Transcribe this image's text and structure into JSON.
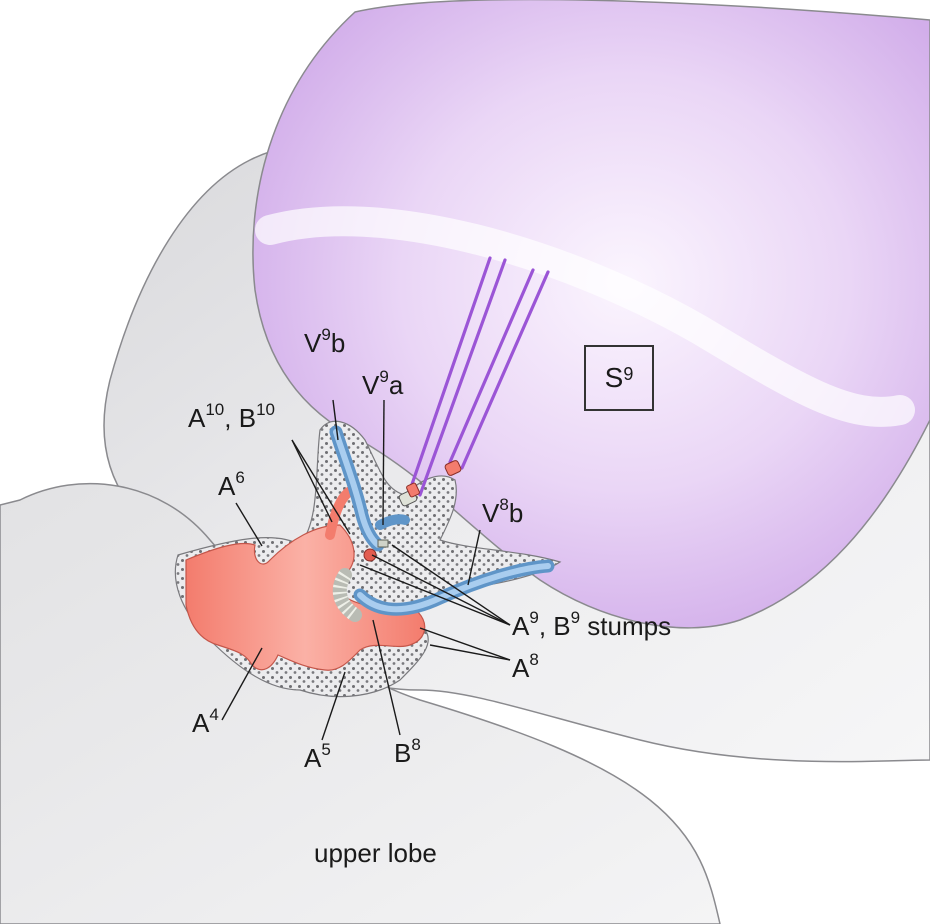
{
  "labels": {
    "v9b": {
      "base": "V",
      "sup": "9",
      "tail": "b"
    },
    "v9a": {
      "base": "V",
      "sup": "9",
      "tail": "a"
    },
    "a10b10": {
      "a": "A",
      "a_sup": "10",
      "sep": ", B",
      "b_sup": "10"
    },
    "a6": {
      "base": "A",
      "sup": "6"
    },
    "v8b": {
      "base": "V",
      "sup": "8",
      "tail": "b"
    },
    "a9b9": {
      "a": "A",
      "a_sup": "9",
      "sep": ", B",
      "b_sup": "9",
      "tail": " stumps"
    },
    "a8": {
      "base": "A",
      "sup": "8"
    },
    "a4": {
      "base": "A",
      "sup": "4"
    },
    "a5": {
      "base": "A",
      "sup": "5"
    },
    "b8": {
      "base": "B",
      "sup": "8"
    },
    "upper_lobe": "upper lobe",
    "segment": {
      "base": "S",
      "sup": "9"
    }
  },
  "colors": {
    "lung_gray": "#e6e6e8",
    "segment_purple": "#d9b8ee",
    "artery_red": "#f58a7c",
    "vein_blue": "#86b6e2",
    "stapler_purple": "#9b55d6",
    "tissue_gray": "#c9c9cc"
  }
}
